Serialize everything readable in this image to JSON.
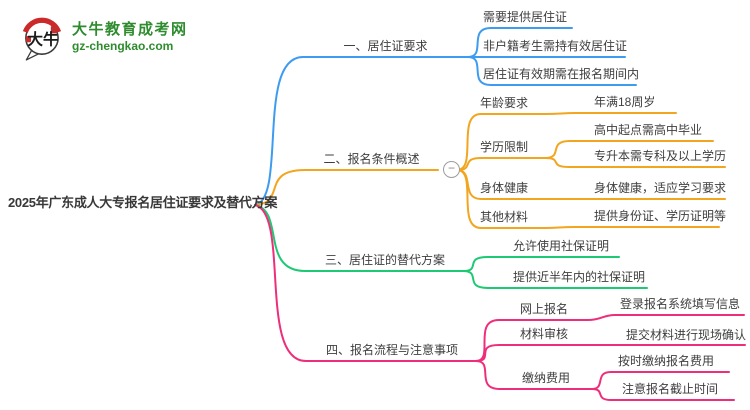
{
  "logo": {
    "icon_text": "大牛",
    "brand": "大牛教育成考网",
    "domain": "gz-chengkao.com",
    "brand_color": "#2e8b2e"
  },
  "root": {
    "title": "2025年广东成人大专报名居住证要求及替代方案"
  },
  "colors": {
    "branch1_blue": "#3D9BF0",
    "branch2_orange": "#F2A51F",
    "branch3_green": "#1EC973",
    "branch4_pink": "#EE2E7B",
    "text": "#3e3e3e"
  },
  "collapse_button": {
    "symbol": "−"
  },
  "branches": [
    {
      "label": "一、居住证要求",
      "children": [
        {
          "label": "需要提供居住证"
        },
        {
          "label": "非户籍考生需持有效居住证"
        },
        {
          "label": "居住证有效期需在报名期间内"
        }
      ]
    },
    {
      "label": "二、报名条件概述",
      "children": [
        {
          "label": "年龄要求",
          "children": [
            {
              "label": "年满18周岁"
            }
          ]
        },
        {
          "label": "学历限制",
          "children": [
            {
              "label": "高中起点需高中毕业"
            },
            {
              "label": "专升本需专科及以上学历"
            }
          ]
        },
        {
          "label": "身体健康",
          "children": [
            {
              "label": "身体健康，适应学习要求"
            }
          ]
        },
        {
          "label": "其他材料",
          "children": [
            {
              "label": "提供身份证、学历证明等"
            }
          ]
        }
      ]
    },
    {
      "label": "三、居住证的替代方案",
      "children": [
        {
          "label": "允许使用社保证明"
        },
        {
          "label": "提供近半年内的社保证明"
        }
      ]
    },
    {
      "label": "四、报名流程与注意事项",
      "children": [
        {
          "label": "网上报名",
          "children": [
            {
              "label": "登录报名系统填写信息"
            }
          ]
        },
        {
          "label": "材料审核",
          "children": [
            {
              "label": "提交材料进行现场确认"
            }
          ]
        },
        {
          "label": "缴纳费用",
          "children": [
            {
              "label": "按时缴纳报名费用"
            },
            {
              "label": "注意报名截止时间"
            }
          ]
        }
      ]
    }
  ]
}
